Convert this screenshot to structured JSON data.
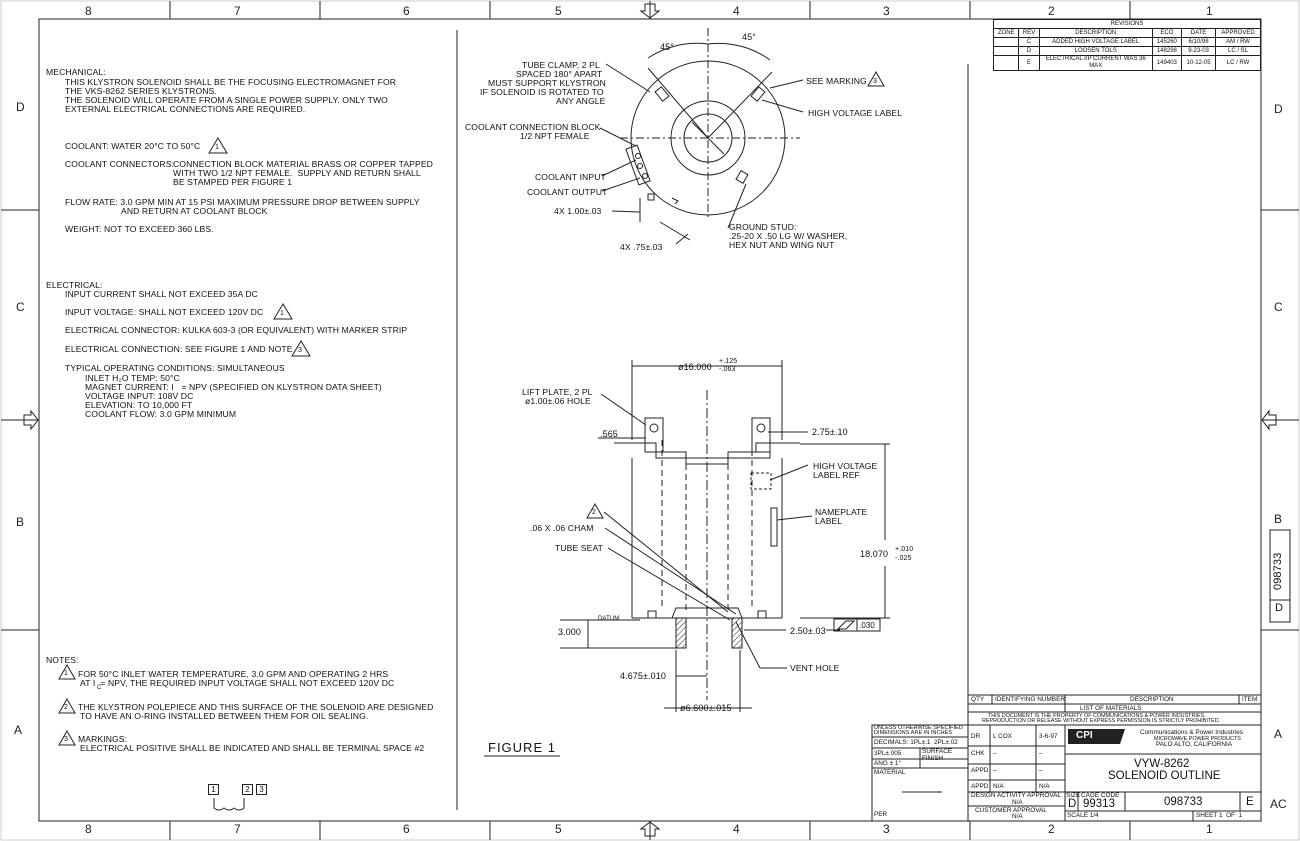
{
  "zones_top": [
    "8",
    "7",
    "6",
    "5",
    "4",
    "3",
    "2",
    "1"
  ],
  "zones_bottom": [
    "8",
    "7",
    "6",
    "5",
    "4",
    "3",
    "2",
    "1"
  ],
  "zones_left": [
    "D",
    "C",
    "B",
    "A"
  ],
  "zones_right": [
    "D",
    "C",
    "B",
    "A"
  ],
  "corner_label": "AC",
  "mechanical": {
    "heading": "MECHANICAL:",
    "lines": [
      "THIS KLYSTRON SOLENOID SHALL BE THE FOCUSING ELECTROMAGNET FOR",
      "THE VKS-8262 SERIES KLYSTRONS.",
      "THE SOLENOID WILL OPERATE FROM A SINGLE POWER SUPPLY. ONLY TWO",
      "EXTERNAL ELECTRICAL CONNECTIONS ARE REQUIRED."
    ],
    "coolant": "COOLANT: WATER 20°C TO 50°C",
    "coolant_note": "1",
    "connectors_label": "COOLANT CONNECTORS:",
    "connectors_lines": [
      "CONNECTION BLOCK MATERIAL BRASS OR COPPER TAPPED",
      "WITH TWO 1/2 NPT FEMALE.  SUPPLY AND RETURN SHALL",
      "BE STAMPED PER FIGURE 1"
    ],
    "flow_1": "FLOW RATE: 3.0 GPM MIN AT 15 PSI MAXIMUM PRESSURE DROP BETWEEN SUPPLY",
    "flow_2": "AND RETURN AT COOLANT BLOCK",
    "weight": "WEIGHT: NOT TO EXCEED 360 LBS."
  },
  "electrical": {
    "heading": "ELECTRICAL:",
    "input_current": "INPUT CURRENT SHALL NOT EXCEED 35A DC",
    "input_voltage": "INPUT VOLTAGE: SHALL NOT EXCEED 120V DC",
    "input_voltage_note": "1",
    "connector": "ELECTRICAL CONNECTOR: KULKA 603-3 (OR EQUIVALENT) WITH MARKER STRIP",
    "connection": "ELECTRICAL CONNECTION: SEE FIGURE 1 AND NOTE",
    "connection_note": "3",
    "typical": "TYPICAL OPERATING CONDITIONS: SIMULTANEOUS",
    "inlet": "INLET H₂O TEMP: 50°C",
    "magnet": "MAGNET CURRENT: I   = NPV (SPECIFIED ON KLYSTRON DATA SHEET)",
    "voltage": "VOLTAGE INPUT: 108V DC",
    "elevation": "ELEVATION: TO 10,000 FT",
    "flow": "COOLANT FLOW: 3.0 GPM MINIMUM"
  },
  "notes": {
    "heading": "NOTES:",
    "n1_num": "1",
    "n1_a": "FOR 50°C INLET WATER TEMPERATURE, 3.0 GPM AND OPERATING 2 HRS",
    "n1_b": "AT I  = NPV, THE REQUIRED INPUT VOLTAGE SHALL NOT EXCEED 120V DC",
    "n1_sub": "C",
    "n2_num": "2",
    "n2_a": "THE KLYSTRON POLEPIECE AND THIS SURFACE OF THE SOLENOID ARE DESIGNED",
    "n2_b": "TO HAVE AN O-RING INSTALLED BETWEEN THEM FOR OIL SEALING.",
    "n3_num": "3",
    "n3_a": "MARKINGS:",
    "n3_b": "ELECTRICAL POSITIVE SHALL BE INDICATED AND SHALL BE TERMINAL SPACE #2",
    "terminal_labels": [
      "1",
      "2",
      "3"
    ]
  },
  "top_view": {
    "angle_1": "45°",
    "angle_2": "45°",
    "tube_clamp": [
      "TUBE CLAMP, 2 PL",
      "SPACED 180° APART",
      "MUST SUPPORT KLYSTRON",
      "IF SOLENOID IS ROTATED TO",
      "ANY ANGLE"
    ],
    "coolant_block": [
      "COOLANT CONNECTION BLOCK",
      "1/2 NPT FEMALE"
    ],
    "coolant_input": "COOLANT INPUT",
    "coolant_output": "COOLANT OUTPUT",
    "dim_1": "4X 1.00±.03",
    "dim_2": "4X .75±.03",
    "see_marking": "SEE MARKING",
    "see_marking_note": "3",
    "hv_label": "HIGH VOLTAGE LABEL",
    "ground_stud": [
      "GROUND STUD:",
      ".25-20 X .50 LG W/ WASHER,",
      "HEX NUT AND WING NUT"
    ]
  },
  "side_view": {
    "diameter_top": "ø16.000",
    "tol_top_plus": "+.125",
    "tol_top_minus": "-.063",
    "lift_plate": [
      "LIFT PLATE, 2 PL",
      "ø1.00±.06 HOLE"
    ],
    "dim_565": ".565",
    "dim_275": "2.75±.10",
    "hv_ref": [
      "HIGH VOLTAGE",
      "LABEL REF"
    ],
    "nameplate": [
      "NAMEPLATE",
      "LABEL"
    ],
    "height": "18.070",
    "height_plus": "+.010",
    "height_minus": "-.025",
    "note2": "2",
    "cham": ".06 X .06 CHAM",
    "tube_seat": "TUBE SEAT",
    "datum": "DATUM",
    "dim_3000": "3.000",
    "dim_250": "2.50±.03",
    "flatness": ".030",
    "vent_hole": "VENT HOLE",
    "dim_4675": "4.675±.010",
    "dim_6600": "ø6.600±.015"
  },
  "figure_label": "FIGURE 1",
  "revisions": {
    "title": "REVISIONS",
    "headers": [
      "ZONE",
      "REV",
      "DESCRIPTION",
      "ECO",
      "DATE",
      "APPROVED"
    ],
    "rows": [
      [
        "",
        "C",
        "ADDED HIGH VOLTAGE LABEL",
        "145260",
        "6/10/98",
        "AM / RW"
      ],
      [
        "",
        "D",
        "LOOSEN TOLS",
        "148298",
        "9-23-03",
        "LC / SL"
      ],
      [
        "",
        "E",
        "ELECTRICAL I/P CURRENT WAS 36 MAX",
        "149403",
        "10-12-05",
        "LC / RW"
      ]
    ]
  },
  "side_stamp": {
    "number": "098733",
    "rev": "D"
  },
  "title_block": {
    "qty": "QTY",
    "ident": "IDENTIFYING NUMBER",
    "description": "DESCRIPTION",
    "item": "ITEM",
    "lom": "LIST OF MATERIALS",
    "prop_1": "THIS DOCUMENT IS THE PROPERTY OF COMMUNICATIONS & POWER INDUSTRIES.",
    "prop_2": "REPRODUCTION OR RELEASE WITHOUT EXPRESS PERMISSION IS STRICTLY PROHIBITED.",
    "unless_1": "UNLESS OTHERWISE SPECIFIED",
    "unless_2": "DIMENSIONS ARE IN INCHES",
    "decimals": "DECIMALS: 1PL±.1  2PL±.02",
    "three_pl": "3PL±.005",
    "surface": "SURFACE",
    "finish": "FINISH",
    "ang": "ANG ± 1°",
    "material": "MATERIAL",
    "per": "PER",
    "dr": "DR",
    "dr_name": "L COX",
    "dr_date": "3-6-97",
    "chk": "CHK",
    "chk_name": "–",
    "chk_date": "–",
    "appd": "APPD",
    "appd_name": "–",
    "appd_date": "–",
    "appd2": "APPD",
    "appd2_name": "N/A",
    "appd2_date": "N/A",
    "company_logo": "CPI",
    "company_1": "Communications & Power Industries",
    "company_2": "MICROWAVE POWER PRODUCTS",
    "company_3": "PALO ALTO, CALIFORNIA",
    "design_approval": "DESIGN ACTIVITY APPROVAL",
    "design_na": "N/A",
    "customer_approval": "CUSTOMER APPROVAL",
    "customer_na": "N/A",
    "title_1": "VYW-8262",
    "title_2": "SOLENOID OUTLINE",
    "size_lbl": "SIZE",
    "size": "D",
    "cage_lbl": "CAGE CODE",
    "cage": "99313",
    "dwg": "098733",
    "rev": "E",
    "scale": "SCALE 1/4",
    "sheet": "SHEET 1  OF  1"
  }
}
